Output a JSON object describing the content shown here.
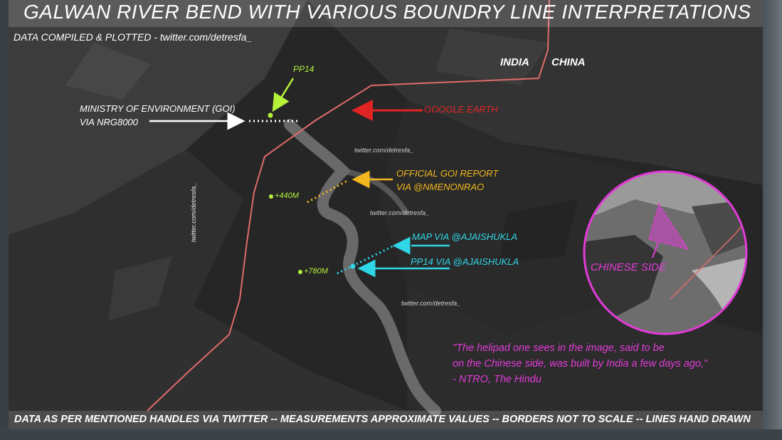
{
  "title": "GALWAN RIVER BEND WITH VARIOUS BOUNDRY LINE INTERPRETATIONS",
  "credit": "DATA COMPILED & PLOTTED - twitter.com/detresfa_",
  "countries": {
    "left": "INDIA",
    "right": "CHINA"
  },
  "markers": {
    "pp14": "PP14",
    "plus440": "+440M",
    "plus780": "+780M"
  },
  "annotations": {
    "ministry_line1": "MINISTRY OF ENVIRONMENT (GOI)",
    "ministry_line2": "VIA NRG8000",
    "google_earth": "GOOGLE EARTH",
    "goi_report_line1": "OFFICIAL GOI REPORT",
    "goi_report_line2": "VIA @NMENONRAO",
    "map_ajaishukla": "MAP VIA @AJAISHUKLA",
    "pp14_ajaishukla": "PP14 VIA @AJAISHUKLA"
  },
  "watermark": "twitter.com/detresfa_",
  "inset": {
    "label": "CHINESE SIDE"
  },
  "quote": {
    "line1": "\"The helipad one sees in the image, said to be",
    "line2": "on the Chinese side, was built by India a few days ago,\"",
    "line3": "- NTRO, The Hindu"
  },
  "footer": "DATA AS PER MENTIONED HANDLES VIA TWITTER -- MEASUREMENTS APPROXIMATE VALUES -- BORDERS NOT TO SCALE -- LINES HAND DRAWN",
  "colors": {
    "white": "#ffffff",
    "red": "#e02424",
    "lime": "#b6f23a",
    "yellow": "#f3b81e",
    "cyan": "#2fd6e6",
    "magenta": "#e23bd8",
    "boundary": "#e06a6a"
  }
}
